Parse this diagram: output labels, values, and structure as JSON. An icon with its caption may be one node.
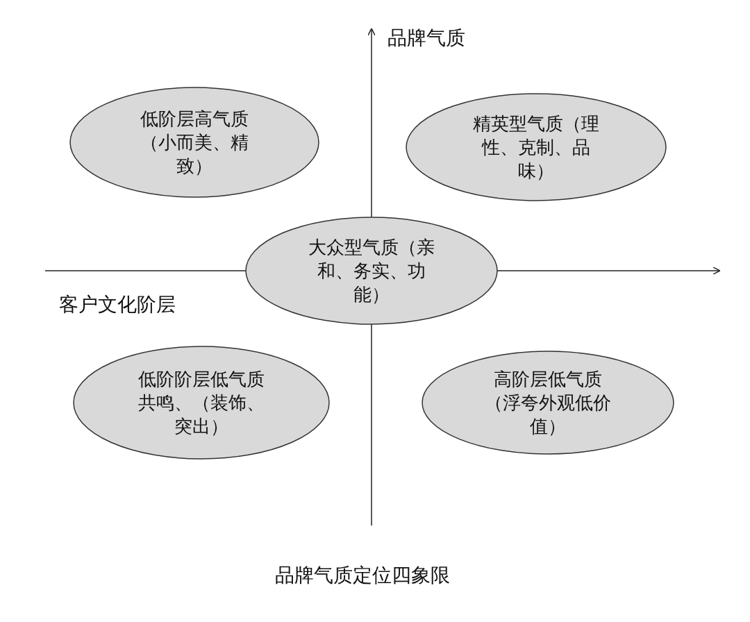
{
  "diagram": {
    "caption": "品牌气质定位四象限",
    "nodes": [
      {
        "text": [
          "低阶层高气质（小而美、精致）"
        ]
      },
      {
        "text": [
          "精英型气质（理性、克制、品味）"
        ]
      },
      {
        "text": [
          "大众型气质（亲和、务实、功能）"
        ]
      },
      {
        "text": [
          "低阶阶层低气质共鸣、（装饰、突出）"
        ]
      },
      {
        "text": [
          "高阶层低气质（浮夸外观低价值）"
        ]
      }
    ],
    "edges": [],
    "labels": [
      "品牌气质",
      "客户文化阶层"
    ]
  }
}
